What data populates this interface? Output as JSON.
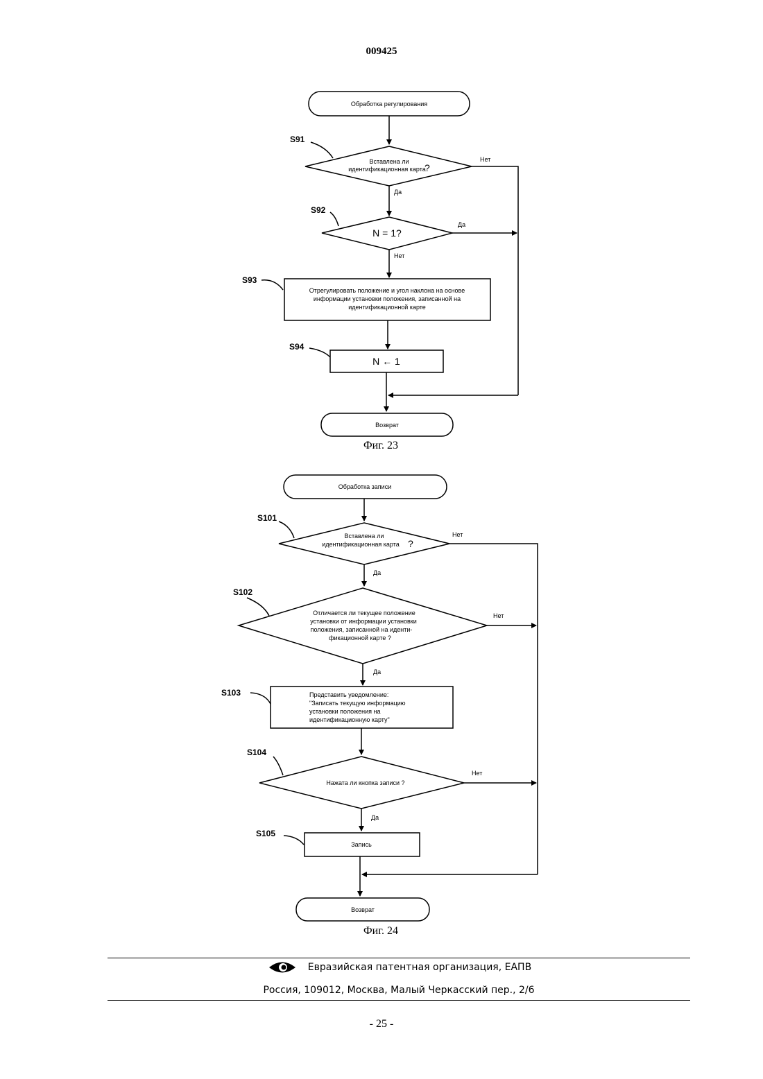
{
  "document_number": "009425",
  "fig23": {
    "caption": "Фиг. 23",
    "start": "Обработка регулирования",
    "s91": {
      "step": "S91",
      "line1": "Вставлена ли",
      "line2": "идентификационная карта",
      "q": "?"
    },
    "s92": {
      "step": "S92",
      "text": "N = 1?"
    },
    "s93": {
      "step": "S93",
      "line1": "Отрегулировать положение и угол наклона на основе",
      "line2": "информации установки положения, записанной на",
      "line3": "идентификационной карте"
    },
    "s94": {
      "step": "S94",
      "text": "N ← 1"
    },
    "end": "Возврат",
    "yes": "Да",
    "no": "Нет"
  },
  "fig24": {
    "caption": "Фиг. 24",
    "start": "Обработка записи",
    "s101": {
      "step": "S101",
      "line1": "Вставлена ли",
      "line2": "идентификационная карта",
      "q": "?"
    },
    "s102": {
      "step": "S102",
      "line1": "Отличается ли текущее положение",
      "line2": "установки от информации установки",
      "line3": "положения, записанной на иденти-",
      "line4": "фикационной карте ?"
    },
    "s103": {
      "step": "S103",
      "line1": "Представить уведомление:",
      "line2": "\"Записать текущую информацию",
      "line3": "установки положения на",
      "line4": "идентификационную карту\""
    },
    "s104": {
      "step": "S104",
      "text": "Нажата ли кнопка записи ?"
    },
    "s105": {
      "step": "S105",
      "text": "Запись"
    },
    "end": "Возврат",
    "yes": "Да",
    "no": "Нет"
  },
  "footer": {
    "org": "Евразийская патентная организация, ЕАПВ",
    "address": "Россия, 109012, Москва, Малый Черкасский пер., 2/6"
  },
  "page_number": "- 25 -"
}
